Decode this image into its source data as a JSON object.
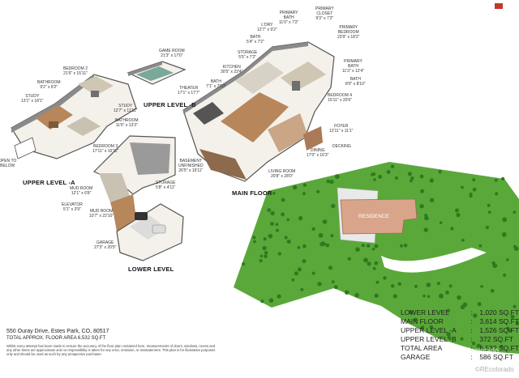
{
  "levels": {
    "upper_a": "UPPER LEVEL -A",
    "upper_b": "UPPER LEVEL -B",
    "main": "MAIN FLOOR",
    "lower": "LOWER LEVEL"
  },
  "rooms": [
    {
      "id": "open-to-below",
      "text": "OPEN TO\nBELOW"
    },
    {
      "id": "study-a",
      "text": "STUDY\n13'1\" x 18'1\""
    },
    {
      "id": "bathroom-a",
      "text": "BATHROOM\n9'2\" x 8'2\""
    },
    {
      "id": "bedroom-2",
      "text": "BEDROOM 2\n21'6\" x 15'11\""
    },
    {
      "id": "study-b",
      "text": "STUDY\n12'7\" x 11'11\""
    },
    {
      "id": "bathroom-b",
      "text": "BATHROOM\n11'6\" x 13'3\""
    },
    {
      "id": "bedroom-3",
      "text": "BEDROOM 3\n17'11\" x 15'11\""
    },
    {
      "id": "game-room",
      "text": "GAME ROOM\n21'3\" x 17'0\""
    },
    {
      "id": "theater",
      "text": "THEATER\n17'1\" x 17'7\""
    },
    {
      "id": "bath-main",
      "text": "BATH\n7'1\" x 7'10\""
    },
    {
      "id": "kitchen",
      "text": "KITCHEN\n30'5\" x 23'4\""
    },
    {
      "id": "bath-2",
      "text": "BATH\n5'4\" x 7'2\""
    },
    {
      "id": "ldry",
      "text": "L'DRY\n12'7\" x 9'2\""
    },
    {
      "id": "storage-main",
      "text": "STORAGE\n5'5\" x 7'2\""
    },
    {
      "id": "primary-bath",
      "text": "PRIMARY\nBATH\n11'0\" x 7'2\""
    },
    {
      "id": "primary-closet",
      "text": "PRIMARY\nCLOSET\n9'3\" x 7'2\""
    },
    {
      "id": "primary-bedroom",
      "text": "PRIMARY\nBEDROOM\n23'9\" x 18'2\""
    },
    {
      "id": "primary-bath-2",
      "text": "PRIMARY\nBATH\n11'3\" x 12'4\""
    },
    {
      "id": "bath-3",
      "text": "BATH\n8'0\" x 8'10\""
    },
    {
      "id": "bedroom-4",
      "text": "BEDROOM 4\n15'11\" x 20'6\""
    },
    {
      "id": "foyer",
      "text": "FOYER\n12'11\" x 11'1\""
    },
    {
      "id": "decking",
      "text": "DECKING"
    },
    {
      "id": "dining",
      "text": "DINING\n17'0\" x 16'3\""
    },
    {
      "id": "living-room",
      "text": "LIVING ROOM\n20'8\" x 28'0\""
    },
    {
      "id": "basement",
      "text": "BASEMENT\nUNFINISHED\n26'5\" x 19'11\""
    },
    {
      "id": "storage-lower",
      "text": "STORAGE\n5'8\" x 4'11\""
    },
    {
      "id": "mud-room-1",
      "text": "MUD ROOM\n12'1\" x 6'8\""
    },
    {
      "id": "elevator",
      "text": "ELEVATOR\n5'1\" x 3'9\""
    },
    {
      "id": "mud-room-2",
      "text": "MUD ROOM\n10'7\" x 22'10\""
    },
    {
      "id": "garage",
      "text": "GARAGE\n27'3\" x 20'5\""
    }
  ],
  "site": {
    "residence": "RESIDENCE"
  },
  "address": "550 Ouray Drive, Estes Park, CO, 80517",
  "total_area_note": "TOTAL APPROX. FLOOR AREA 6,532 SQ.FT",
  "disclaimer": "Whilst every attempt has been made to ensure the accuracy of the floor plan contained here, measurements of doors, windows, rooms and any other items are approximate and no responsibility is taken for any error, omission, or misstatement. This plan is for illustrative purposes only and should be used as such by any prospective purchaser.",
  "area_table": [
    {
      "label": "LOWER LEVEL",
      "value": "1,020 SQ.FT"
    },
    {
      "label": "MAIN FLOOR",
      "value": "3,614 SQ.FT"
    },
    {
      "label": "UPPER LEVEL -A",
      "value": "1,526 SQ.FT"
    },
    {
      "label": "UPPER LEVEL -B",
      "value": "372 SQ.FT"
    },
    {
      "label": "TOTAL AREA",
      "value": "6,532 SQ.FT"
    },
    {
      "label": "GARAGE",
      "value": "586 SQ.FT"
    }
  ],
  "watermarks": {
    "center": "REcolorado",
    "bottom": "©REcolorado"
  },
  "colors": {
    "lawn": "#5aa83a",
    "tree": "#2f7a1f",
    "roof": "#d9a58a",
    "path": "#ffffff",
    "wall": "#555555"
  }
}
